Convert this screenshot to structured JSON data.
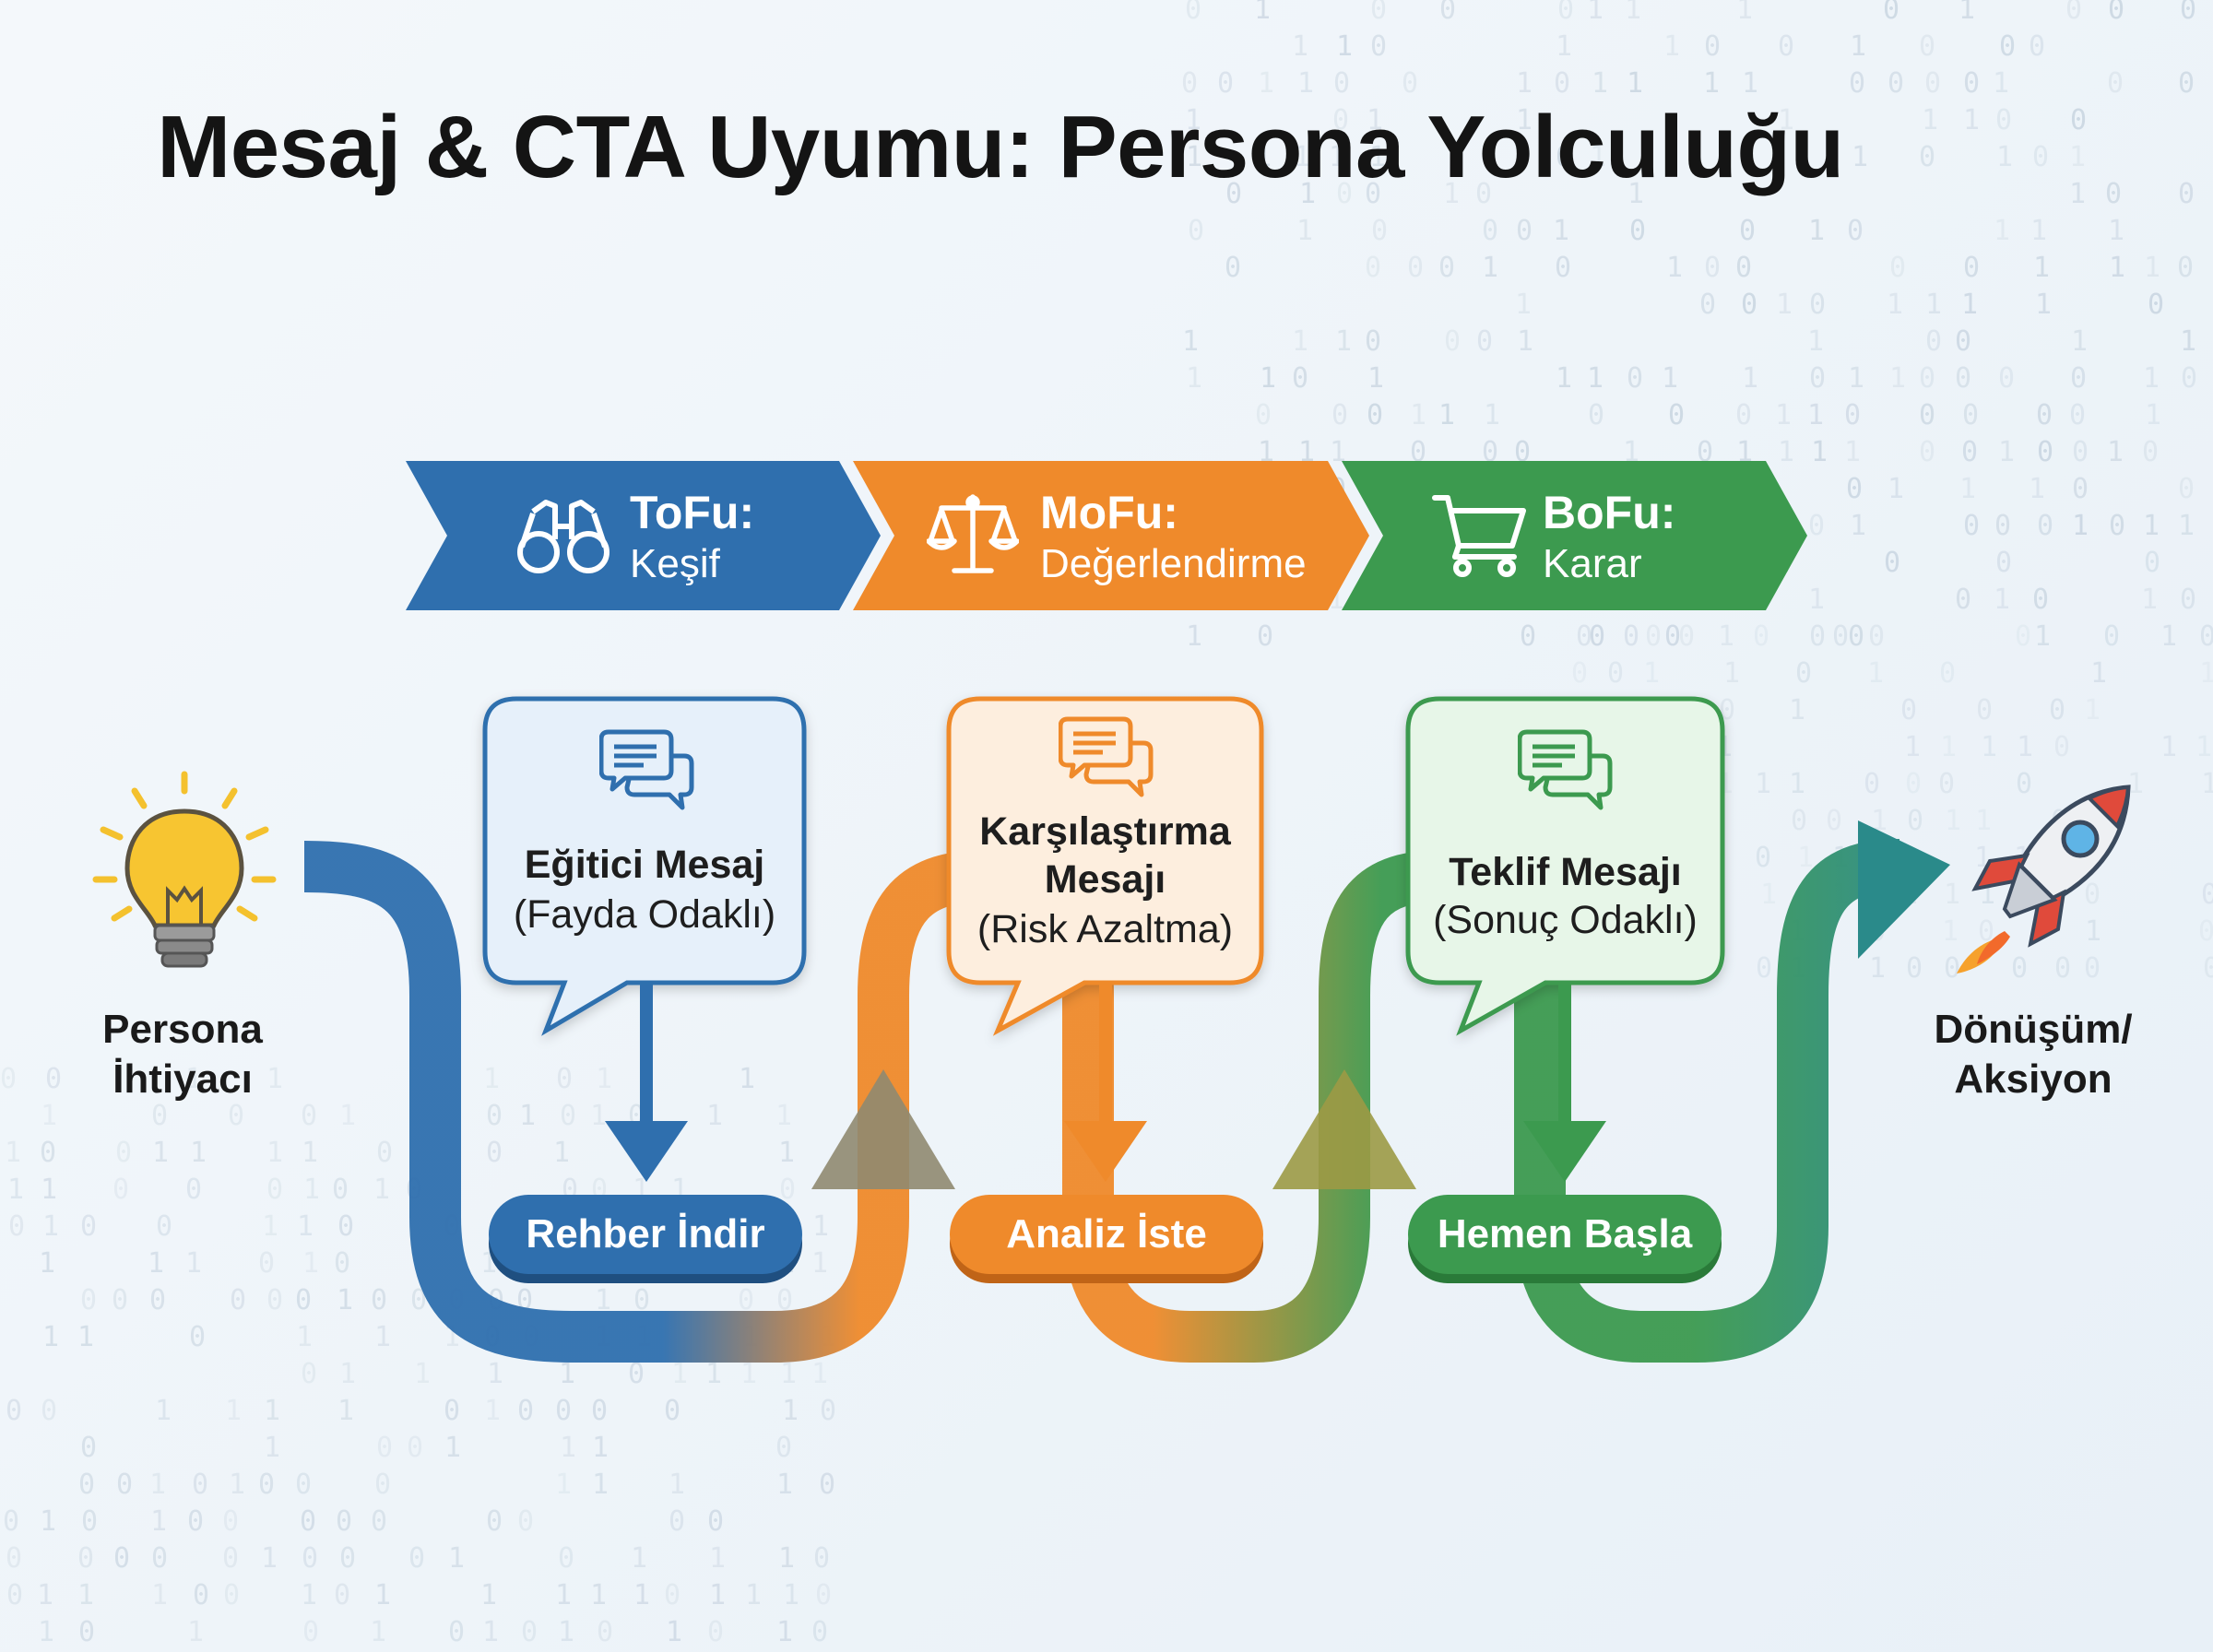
{
  "title": "Mesaj & CTA Uyumu: Persona Yolculuğu",
  "colors": {
    "tofu": "#2f6fae",
    "mofu": "#ef8a2b",
    "bofu": "#3c9a4f",
    "teal": "#2a8a8a",
    "text": "#141414"
  },
  "stages": [
    {
      "title": "ToFu:",
      "subtitle": "Keşif",
      "icon": "binoculars-icon"
    },
    {
      "title": "MoFu:",
      "subtitle": "Değerlendirme",
      "icon": "scales-icon"
    },
    {
      "title": "BoFu:",
      "subtitle": "Karar",
      "icon": "shopping-cart-icon"
    }
  ],
  "messages": [
    {
      "title": "Eğitici Mesaj",
      "subtitle": "(Fayda Odaklı)",
      "icon": "chat-bubbles-icon"
    },
    {
      "title": "Karşılaştırma\nMesajı",
      "subtitle": "(Risk Azaltma)",
      "icon": "chat-bubbles-icon"
    },
    {
      "title": "Teklif Mesajı",
      "subtitle": "(Sonuç Odaklı)",
      "icon": "chat-bubbles-icon"
    }
  ],
  "ctas": [
    {
      "label": "Rehber İndir"
    },
    {
      "label": "Analiz İste"
    },
    {
      "label": "Hemen Başla"
    }
  ],
  "start": {
    "label": "Persona\nİhtiyacı",
    "icon": "lightbulb-icon"
  },
  "end": {
    "label": "Dönüşüm/\nAksiyon",
    "icon": "rocket-icon"
  }
}
